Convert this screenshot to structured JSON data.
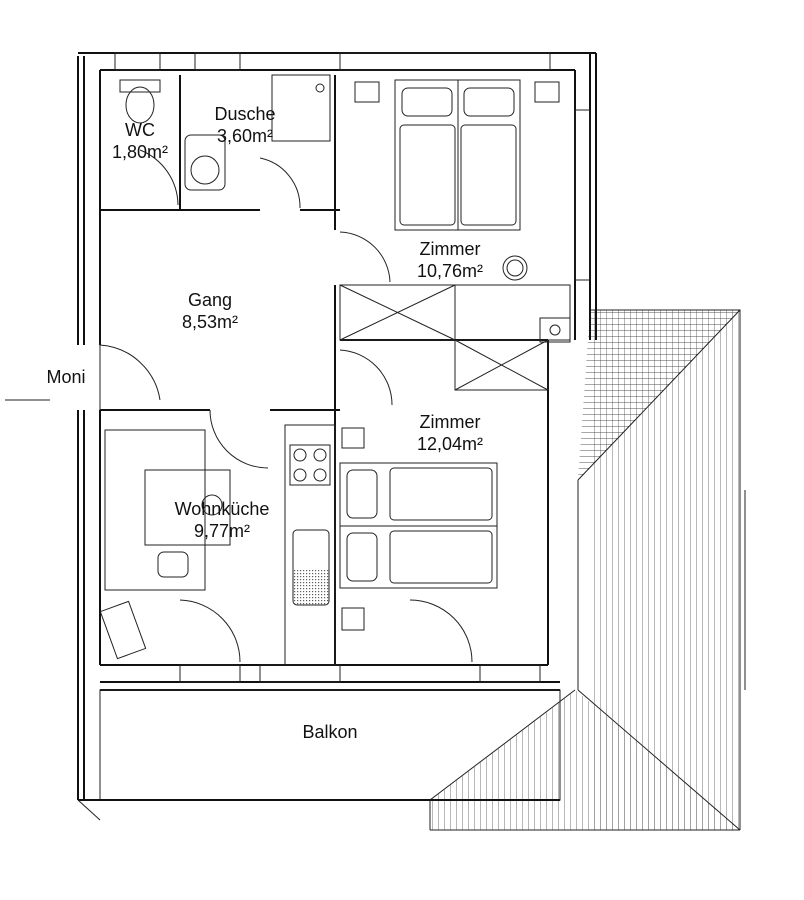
{
  "rooms": {
    "wc": {
      "name": "WC",
      "area": "1,80m²"
    },
    "dusche": {
      "name": "Dusche",
      "area": "3,60m²"
    },
    "zimmer1": {
      "name": "Zimmer",
      "area": "10,76m²"
    },
    "gang": {
      "name": "Gang",
      "area": "8,53m²"
    },
    "zimmer2": {
      "name": "Zimmer",
      "area": "12,04m²"
    },
    "wohnkueche": {
      "name": "Wohnküche",
      "area": "9,77m²"
    },
    "balkon": {
      "name": "Balkon"
    }
  },
  "entrance": {
    "label": "Moni"
  }
}
